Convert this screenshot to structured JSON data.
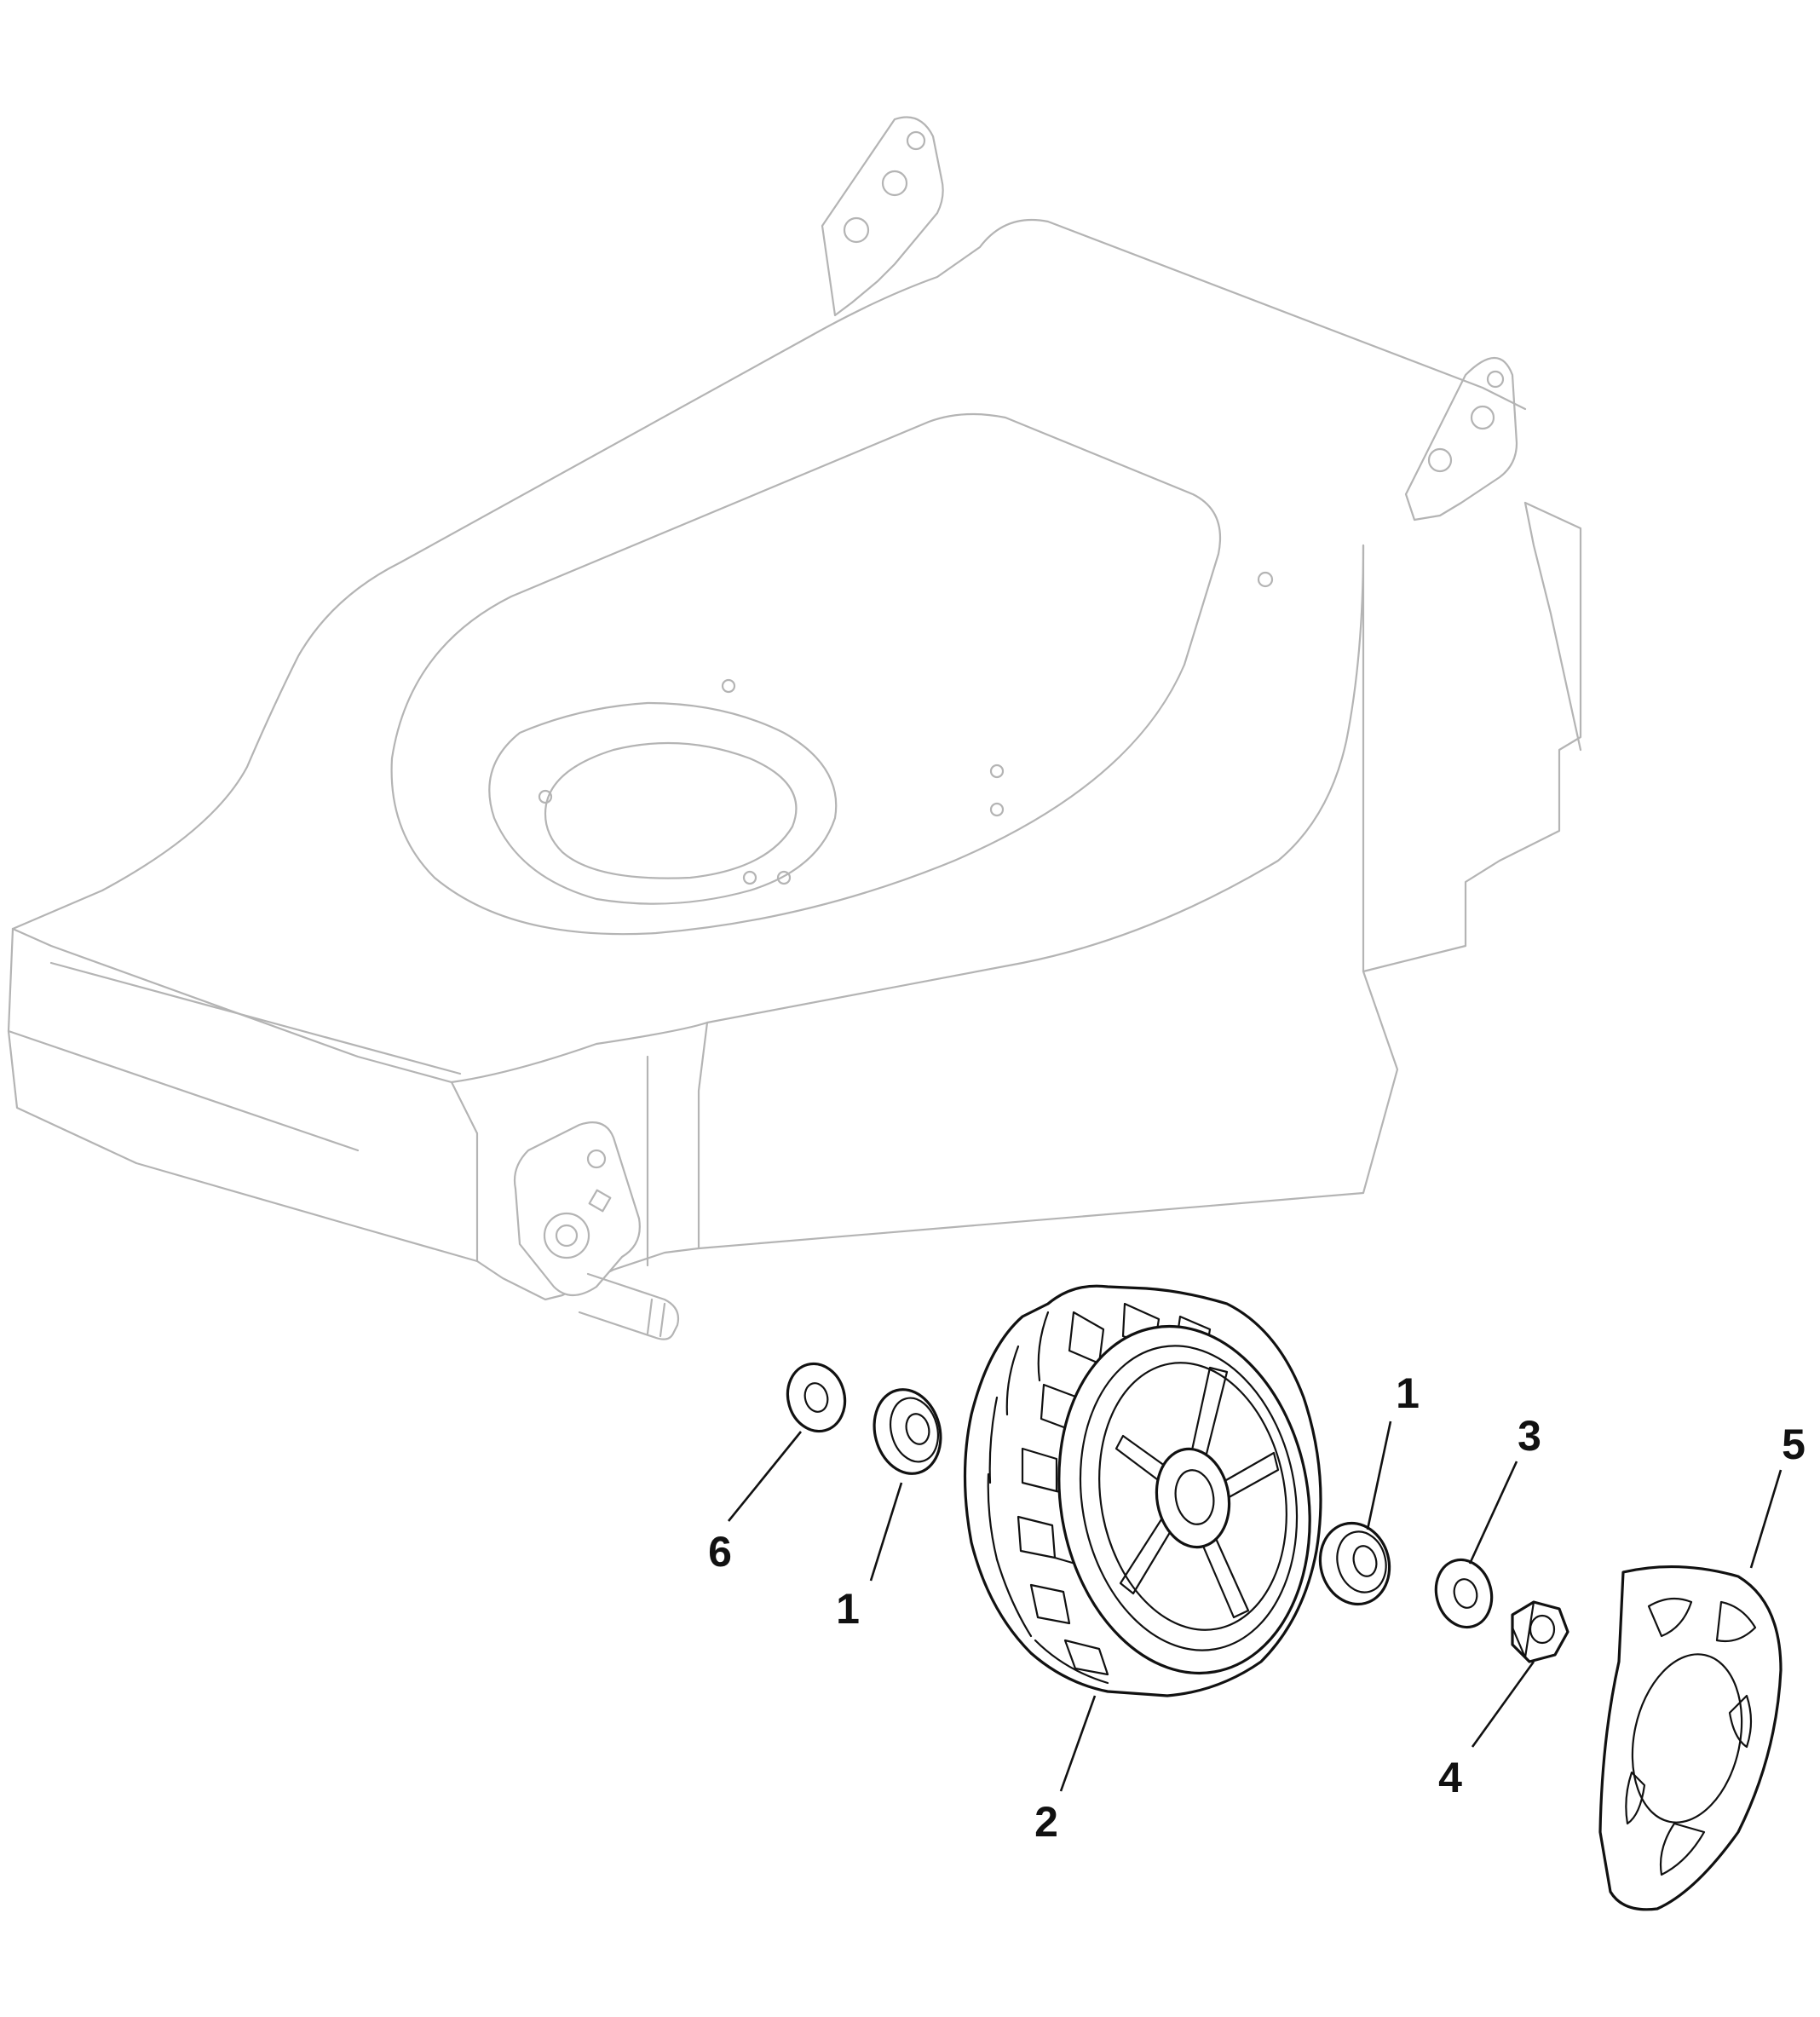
{
  "callouts": [
    {
      "id": "c1",
      "label": "1"
    },
    {
      "id": "c2",
      "label": "1"
    },
    {
      "id": "c3",
      "label": "2"
    },
    {
      "id": "c4",
      "label": "3"
    },
    {
      "id": "c5",
      "label": "4"
    },
    {
      "id": "c6",
      "label": "5"
    },
    {
      "id": "c7",
      "label": "6"
    }
  ],
  "colors": {
    "ghost_outline": "#b4b4b4",
    "part_outline": "#111111",
    "background": "#ffffff"
  }
}
